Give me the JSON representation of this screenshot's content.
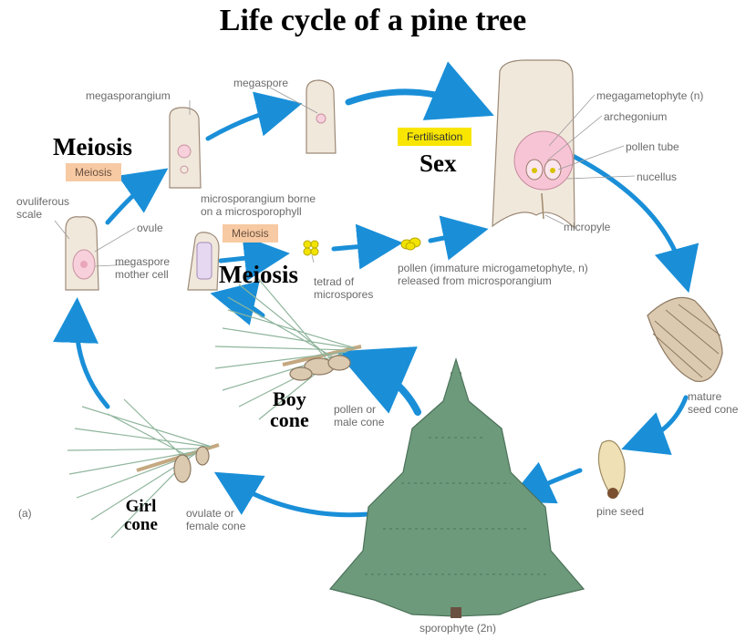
{
  "title": "Life cycle of a pine tree",
  "annotations": {
    "meiosis_top": "Meiosis",
    "meiosis_mid": "Meiosis",
    "sex": "Sex",
    "boy_cone": "Boy\ncone",
    "girl_cone": "Girl\ncone"
  },
  "badges": {
    "meiosis_1": "Meiosis",
    "meiosis_2": "Meiosis",
    "fertilisation": "Fertilisation"
  },
  "labels": {
    "megasporangium": "megasporangium",
    "megaspore": "megaspore",
    "megagametophyte": "megagametophyte (n)",
    "archegonium": "archegonium",
    "pollen_tube": "pollen tube",
    "nucellus": "nucellus",
    "micropyle": "micropyle",
    "ovuliferous_scale": "ovuliferous\nscale",
    "ovule": "ovule",
    "megaspore_mother_cell": "megaspore\nmother cell",
    "microsporangium": "microsporangium borne\non a microsporophyll",
    "tetrad": "tetrad of\nmicrospores",
    "pollen": "pollen (immature microgametophyte, n)\nreleased from microsporangium",
    "mature_seed_cone": "mature\nseed cone",
    "pine_seed": "pine seed",
    "pollen_cone": "pollen or\nmale cone",
    "ovulate_cone": "ovulate or\nfemale cone",
    "sporophyte": "sporophyte (2n)",
    "panel": "(a)"
  },
  "colors": {
    "arrow": "#1a8fd8",
    "meiosis_badge": "#f7caa3",
    "fertilisation_badge": "#f8e600",
    "tissue": "#f1e8dc",
    "tissue_outline": "#9c8a77",
    "gametophyte": "#f7c4d6",
    "pollen": "#f2e400",
    "tree": "#6e9a7c",
    "needles": "#8fb59c",
    "cone": "#d8c3a0"
  }
}
